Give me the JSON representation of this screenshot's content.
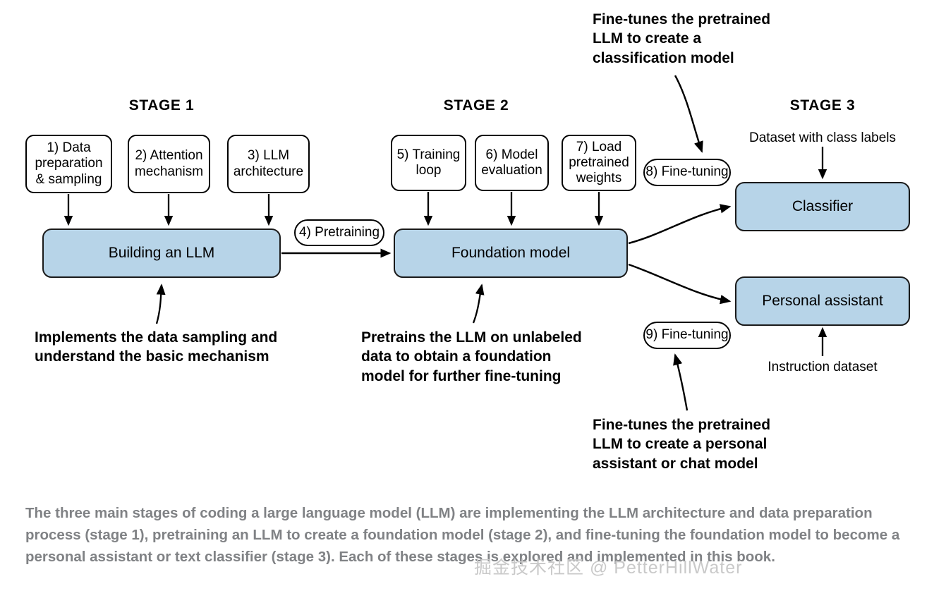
{
  "diagram": {
    "stages": [
      {
        "id": "stage-1",
        "title": "STAGE 1"
      },
      {
        "id": "stage-2",
        "title": "STAGE 2"
      },
      {
        "id": "stage-3",
        "title": "STAGE 3"
      }
    ],
    "step_boxes": [
      {
        "id": "step-1",
        "label": "1) Data preparation & sampling"
      },
      {
        "id": "step-2",
        "label": "2) Attention mechanism"
      },
      {
        "id": "step-3",
        "label": "3) LLM architecture"
      },
      {
        "id": "step-5",
        "label": "5) Training loop"
      },
      {
        "id": "step-6",
        "label": "6) Model evaluation"
      },
      {
        "id": "step-7",
        "label": "7) Load pretrained weights"
      }
    ],
    "pill_labels": [
      {
        "id": "step-4",
        "label": "4) Pretraining"
      },
      {
        "id": "step-8",
        "label": "8) Fine-tuning"
      },
      {
        "id": "step-9",
        "label": "9) Fine-tuning"
      }
    ],
    "blue_boxes": [
      {
        "id": "building-an-llm",
        "label": "Building an LLM"
      },
      {
        "id": "foundation-model",
        "label": "Foundation model"
      },
      {
        "id": "classifier",
        "label": "Classifier"
      },
      {
        "id": "personal-assistant",
        "label": "Personal assistant"
      }
    ],
    "plain_labels": [
      {
        "id": "dataset-class-labels",
        "label": "Dataset with class labels"
      },
      {
        "id": "instruction-dataset",
        "label": "Instruction dataset"
      }
    ],
    "annotations": [
      {
        "id": "annotation-classification",
        "lines": [
          "Fine-tunes the pretrained",
          "LLM to create a",
          "classification model"
        ]
      },
      {
        "id": "annotation-stage1",
        "lines": [
          "Implements the data sampling and",
          "understand the basic mechanism"
        ]
      },
      {
        "id": "annotation-stage2",
        "lines": [
          "Pretrains the LLM on unlabeled",
          "data to obtain a foundation",
          "model for further fine-tuning"
        ]
      },
      {
        "id": "annotation-assistant",
        "lines": [
          "Fine-tunes the pretrained",
          "LLM to create a personal",
          "assistant or chat model"
        ]
      }
    ],
    "caption": "The three main stages of coding a large language model (LLM) are implementing the LLM architecture and data preparation process (stage 1), pretraining an LLM to create a foundation model (stage 2), and fine-tuning the foundation model to become a personal assistant or text classifier (stage 3). Each of these stages is explored and implemented in this book.",
    "watermark": "掘金技术社区 @ PetterHillWater",
    "colors": {
      "blue_fill": "#b7d4e8",
      "stroke": "#000000",
      "caption_gray": "#808285",
      "watermark_gray": "#c9c9c9",
      "background": "#ffffff"
    }
  }
}
